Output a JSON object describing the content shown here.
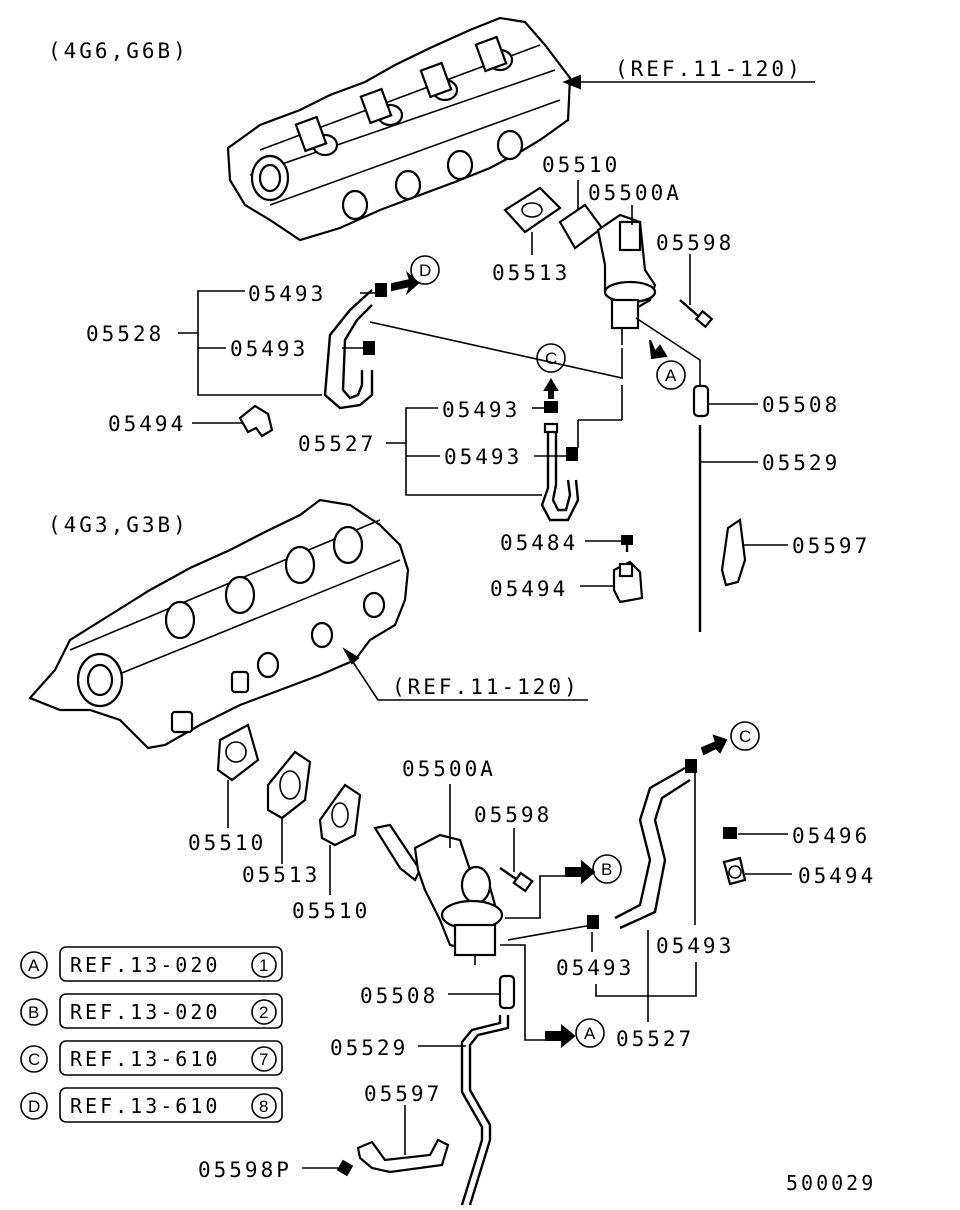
{
  "engine_groups": {
    "upper": "(4G6,G6B)",
    "lower": "(4G3,G3B)"
  },
  "refs": {
    "head_upper": "(REF.11-120)",
    "head_lower": "(REF.11-120)"
  },
  "upper_labels": {
    "p05510": "05510",
    "p05500A": "05500A",
    "p05598": "05598",
    "p05513": "05513",
    "p05493_a": "05493",
    "p05528": "05528",
    "p05493_b": "05493",
    "p05508": "05508",
    "p05494_a": "05494",
    "p05493_c": "05493",
    "p05527": "05527",
    "p05493_d": "05493",
    "p05529": "05529",
    "p05484": "05484",
    "p05597": "05597",
    "p05494_b": "05494"
  },
  "lower_labels": {
    "p05500A": "05500A",
    "p05598": "05598",
    "p05510_a": "05510",
    "p05513": "05513",
    "p05510_b": "05510",
    "p05496": "05496",
    "p05494": "05494",
    "p05493_a": "05493",
    "p05493_b": "05493",
    "p05508": "05508",
    "p05527": "05527",
    "p05529": "05529",
    "p05597": "05597",
    "p05598P": "05598P"
  },
  "markers": {
    "A": "A",
    "B": "B",
    "C": "C",
    "D": "D"
  },
  "legend": [
    {
      "key": "A",
      "ref": "REF.13-020",
      "num": "1"
    },
    {
      "key": "B",
      "ref": "REF.13-020",
      "num": "2"
    },
    {
      "key": "C",
      "ref": "REF.13-610",
      "num": "7"
    },
    {
      "key": "D",
      "ref": "REF.13-610",
      "num": "8"
    }
  ],
  "diagram_id": "500029"
}
